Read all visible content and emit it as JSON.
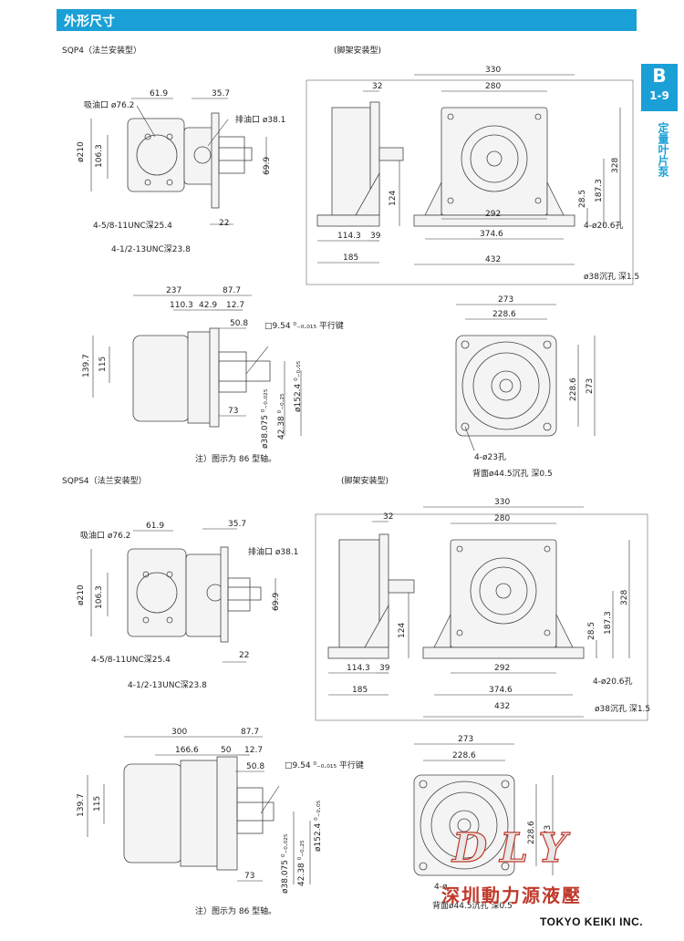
{
  "header": {
    "title": "外形尺寸"
  },
  "side_tab": {
    "letter": "B",
    "page": "1-9",
    "category": "定量叶片泵"
  },
  "sqp4": {
    "flange_title": "SQP4（法兰安装型）",
    "foot_title": "(脚架安装型)",
    "flange_top": {
      "suction": "吸油口  ø76.2",
      "discharge": "排油口  ø38.1",
      "d619": "61.9",
      "d357": "35.7",
      "d210": "ø210",
      "d1063": "106.3",
      "d699": "69.9",
      "d22": "22",
      "bolt1": "4-5/8-11UNC深25.4",
      "bolt2": "4-1/2-13UNC深23.8"
    },
    "foot_side": {
      "d32": "32",
      "d124": "124",
      "d1143": "114.3",
      "d39": "39",
      "d185": "185"
    },
    "foot_front": {
      "d330": "330",
      "d280": "280",
      "d328": "328",
      "d1873": "187.3",
      "d285": "28.5",
      "d292": "292",
      "d3746": "374.6",
      "d432": "432",
      "hole": "4-ø20.6孔",
      "spot": "ø38沉孔 深1.5"
    },
    "flange_side": {
      "d237": "237",
      "d877": "87.7",
      "d1103": "110.3",
      "d429": "42.9",
      "d127": "12.7",
      "d508": "50.8",
      "key": "□9.54 ⁰₋₀.₀₁₅  平行键",
      "d1397": "139.7",
      "d115": "115",
      "d73": "73",
      "d38075": "ø38.075 ⁰₋₀.₀₂₅",
      "d4238": "42.38 ⁰₋₀.₂₅",
      "d1524": "ø152.4 ⁰₋₀.₀₅",
      "note": "注）图示为 86 型轴。"
    },
    "flange_front": {
      "d273": "273",
      "d2286": "228.6",
      "hole": "4-ø23孔",
      "spot": "背面ø44.5沉孔 深0.5"
    }
  },
  "sqps4": {
    "flange_title": "SQPS4（法兰安装型）",
    "foot_title": "(脚架安装型)",
    "flange_top": {
      "suction": "吸油口  ø76.2",
      "discharge": "排油口  ø38.1",
      "d619": "61.9",
      "d357": "35.7",
      "d210": "ø210",
      "d1063": "106.3",
      "d699": "69.9",
      "d22": "22",
      "bolt1": "4-5/8-11UNC深25.4",
      "bolt2": "4-1/2-13UNC深23.8"
    },
    "foot_side": {
      "d32": "32",
      "d124": "124",
      "d1143": "114.3",
      "d39": "39",
      "d185": "185"
    },
    "foot_front": {
      "d330": "330",
      "d280": "280",
      "d328": "328",
      "d1873": "187.3",
      "d285": "28.5",
      "d292": "292",
      "d3746": "374.6",
      "d432": "432",
      "hole": "4-ø20.6孔",
      "spot": "ø38沉孔 深1.5"
    },
    "flange_side": {
      "d300": "300",
      "d877": "87.7",
      "d1666": "166.6",
      "d50": "50",
      "d127": "12.7",
      "d508": "50.8",
      "key": "□9.54 ⁰₋₀.₀₁₅  平行键",
      "d1397": "139.7",
      "d115": "115",
      "d73": "73",
      "d38075": "ø38.075 ⁰₋₀.₀₂₅",
      "d4238": "42.38 ⁰₋₀.₂₅",
      "d1524": "ø152.4 ⁰₋₀.₀₅",
      "note": "注）图示为 86 型轴。"
    },
    "flange_front": {
      "d273": "273",
      "d2286": "228.6",
      "hole": "4-ø",
      "spot": "背面ø44.5沉孔 深0.5"
    }
  },
  "watermark": {
    "logo": "DLY",
    "company": "深圳動力源液壓"
  },
  "maker": "TOKYO KEIKI INC."
}
